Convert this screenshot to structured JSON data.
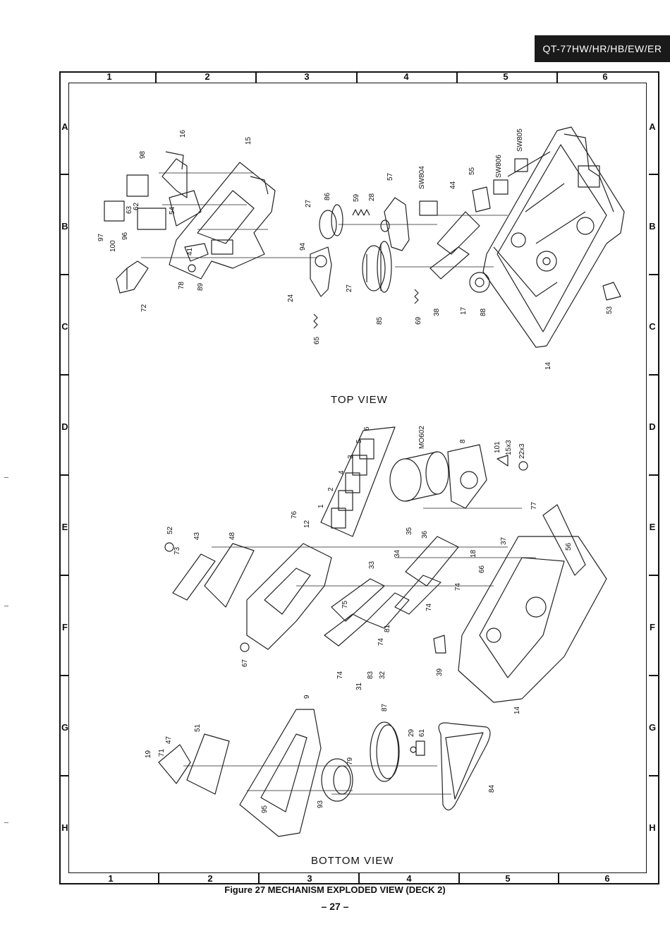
{
  "header": {
    "model": "QT-77HW/HR/HB/EW/ER"
  },
  "grid": {
    "columns": [
      "1",
      "2",
      "3",
      "4",
      "5",
      "6"
    ],
    "rows": [
      "A",
      "B",
      "C",
      "D",
      "E",
      "F",
      "G",
      "H"
    ]
  },
  "views": {
    "top": "TOP VIEW",
    "bottom": "BOTTOM VIEW"
  },
  "parts": {
    "top": [
      "16",
      "15",
      "98",
      "97",
      "100",
      "96",
      "63",
      "62",
      "54",
      "27",
      "86",
      "59",
      "28",
      "57",
      "SW804",
      "44",
      "55",
      "SW806",
      "SW805",
      "72",
      "78",
      "89",
      "41",
      "94",
      "24",
      "27",
      "65",
      "85",
      "69",
      "38",
      "17",
      "88",
      "14",
      "53"
    ],
    "middle": [
      "6",
      "5",
      "3",
      "4",
      "2",
      "1",
      "MO602",
      "8",
      "101",
      "15x3",
      "22x3",
      "52",
      "43",
      "48",
      "76",
      "12",
      "35",
      "36",
      "37",
      "77",
      "56",
      "73",
      "33",
      "34",
      "18",
      "66",
      "74",
      "75",
      "81",
      "74",
      "74",
      "67",
      "74",
      "83",
      "32",
      "31",
      "39",
      "14"
    ],
    "bottom": [
      "9",
      "87",
      "29",
      "61",
      "19",
      "71",
      "47",
      "51",
      "79",
      "84",
      "95",
      "93"
    ]
  },
  "footer": {
    "caption": "Figure 27  MECHANISM EXPLODED VIEW (DECK 2)",
    "page": "– 27 –"
  }
}
